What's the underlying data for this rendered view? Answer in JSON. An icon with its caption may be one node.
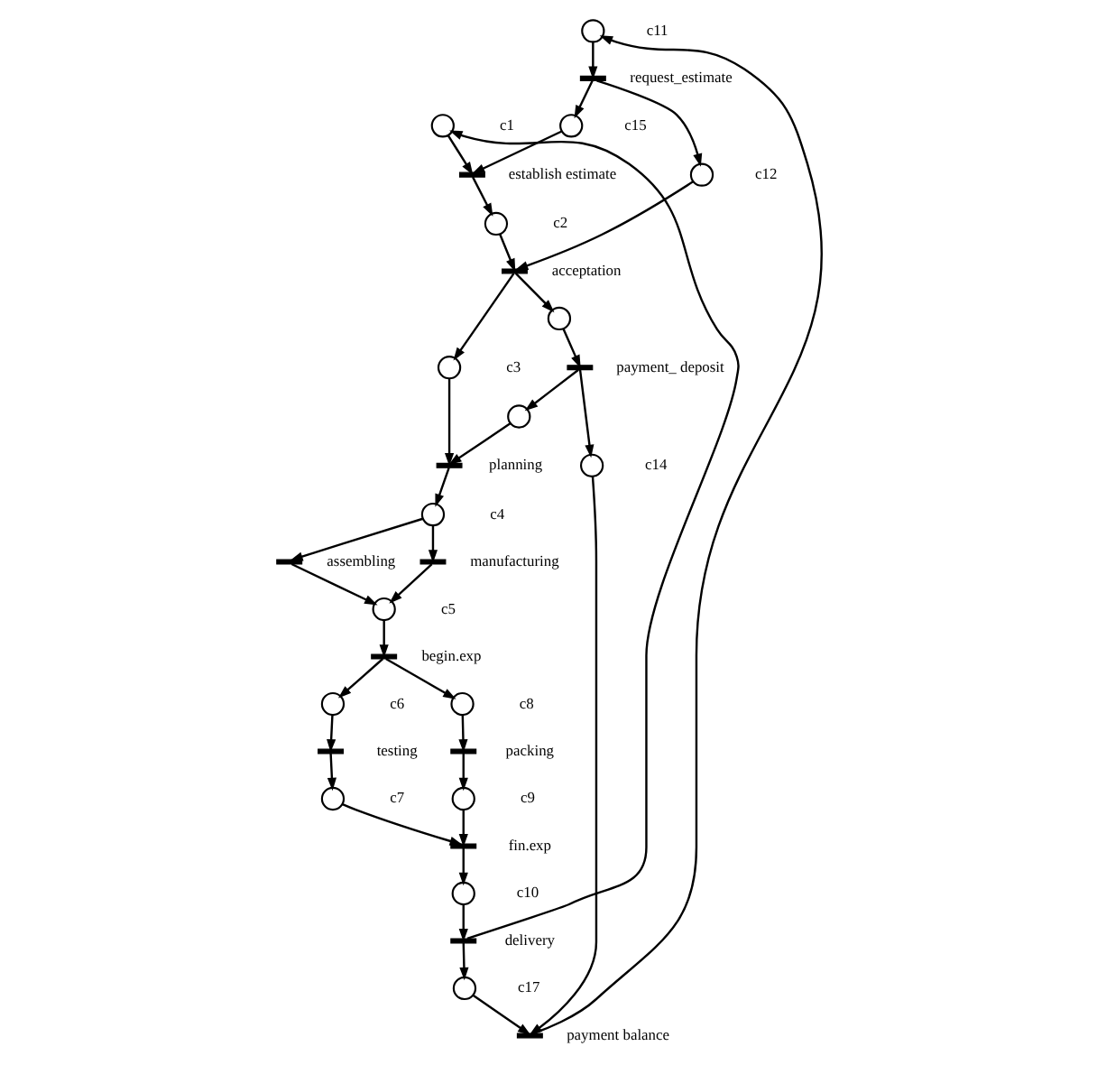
{
  "diagram": {
    "nodes": [
      {
        "text": [],
        "shape": "circle",
        "beside": [
          "c1"
        ]
      },
      {
        "text": [],
        "shape": "circle",
        "beside": [
          "c15"
        ]
      },
      {
        "text": [],
        "shape": "circle",
        "beside": [
          "c11"
        ]
      },
      {
        "text": [],
        "shape": "bar",
        "beside": [
          "establish estimate"
        ]
      },
      {
        "text": [],
        "shape": "bar",
        "beside": [
          "request_estimate"
        ]
      },
      {
        "text": [],
        "shape": "circle",
        "beside": [
          "c2"
        ]
      },
      {
        "text": [],
        "shape": "circle",
        "beside": [
          "c12"
        ]
      },
      {
        "text": [],
        "shape": "bar",
        "beside": [
          "acceptation"
        ]
      },
      {
        "text": [],
        "shape": "circle",
        "beside": [
          "c3"
        ]
      },
      {
        "text": [],
        "shape": "circle"
      },
      {
        "text": [],
        "shape": "bar",
        "beside": [
          "payment_ deposit"
        ]
      },
      {
        "text": [],
        "shape": "circle"
      },
      {
        "text": [],
        "shape": "bar",
        "beside": [
          "planning"
        ]
      },
      {
        "text": [],
        "shape": "circle",
        "beside": [
          "c14"
        ]
      },
      {
        "text": [],
        "shape": "circle",
        "beside": [
          "c4"
        ]
      },
      {
        "text": [],
        "shape": "bar",
        "beside": [
          "assembling"
        ]
      },
      {
        "text": [],
        "shape": "bar",
        "beside": [
          "manufacturing"
        ]
      },
      {
        "text": [],
        "shape": "circle",
        "beside": [
          "c5"
        ]
      },
      {
        "text": [],
        "shape": "bar",
        "beside": [
          "begin.exp"
        ]
      },
      {
        "text": [],
        "shape": "circle",
        "beside": [
          "c6"
        ]
      },
      {
        "text": [],
        "shape": "circle",
        "beside": [
          "c8"
        ]
      },
      {
        "text": [],
        "shape": "bar",
        "beside": [
          "testing"
        ]
      },
      {
        "text": [],
        "shape": "bar",
        "beside": [
          "packing"
        ]
      },
      {
        "text": [],
        "shape": "circle",
        "beside": [
          "c7"
        ]
      },
      {
        "text": [],
        "shape": "circle",
        "beside": [
          "c9"
        ]
      },
      {
        "text": [],
        "shape": "circle",
        "beside": [
          "c17"
        ]
      },
      {
        "text": [],
        "shape": "bar",
        "beside": [
          "fin.exp"
        ]
      },
      {
        "text": [],
        "shape": "bar",
        "beside": [
          "payment balance"
        ]
      },
      {
        "text": [],
        "shape": "circle",
        "beside": [
          "c10"
        ]
      },
      {
        "text": [],
        "shape": "bar",
        "beside": [
          "delivery"
        ]
      }
    ],
    "edges": [
      {
        "from": 0,
        "to": 3,
        "arrow": "to"
      },
      {
        "from": 3,
        "to": 5,
        "arrow": "to"
      },
      {
        "from": 1,
        "to": 3,
        "arrow": "to"
      },
      {
        "from": 2,
        "to": 4,
        "arrow": "to"
      },
      {
        "from": 4,
        "to": 1,
        "arrow": "to"
      },
      {
        "from": 4,
        "to": 6,
        "arrow": "to"
      },
      {
        "from": 5,
        "to": 7,
        "arrow": "to"
      },
      {
        "from": 6,
        "to": 7,
        "arrow": "to"
      },
      {
        "from": 7,
        "to": 8,
        "arrow": "to"
      },
      {
        "from": 7,
        "to": 9,
        "arrow": "to"
      },
      {
        "from": 9,
        "to": 10,
        "arrow": "to"
      },
      {
        "from": 10,
        "to": 11,
        "arrow": "to"
      },
      {
        "from": 10,
        "to": 13,
        "arrow": "to"
      },
      {
        "from": 8,
        "to": 12,
        "arrow": "to"
      },
      {
        "from": 11,
        "to": 12,
        "arrow": "to"
      },
      {
        "from": 12,
        "to": 14,
        "arrow": "to"
      },
      {
        "from": 14,
        "to": 15,
        "arrow": "to"
      },
      {
        "from": 14,
        "to": 16,
        "arrow": "to"
      },
      {
        "from": 15,
        "to": 17,
        "arrow": "to"
      },
      {
        "from": 16,
        "to": 17,
        "arrow": "to"
      },
      {
        "from": 17,
        "to": 18,
        "arrow": "to"
      },
      {
        "from": 18,
        "to": 19,
        "arrow": "to"
      },
      {
        "from": 18,
        "to": 20,
        "arrow": "to"
      },
      {
        "from": 19,
        "to": 21,
        "arrow": "to"
      },
      {
        "from": 21,
        "to": 23,
        "arrow": "to"
      },
      {
        "from": 20,
        "to": 22,
        "arrow": "to"
      },
      {
        "from": 22,
        "to": 24,
        "arrow": "to"
      },
      {
        "from": 23,
        "to": 26,
        "arrow": "to"
      },
      {
        "from": 24,
        "to": 26,
        "arrow": "to"
      },
      {
        "from": 26,
        "to": 28,
        "arrow": "to"
      },
      {
        "from": 28,
        "to": 29,
        "arrow": "to"
      },
      {
        "from": 29,
        "to": 25,
        "arrow": "to"
      },
      {
        "from": 29,
        "to": 0,
        "arrow": "to"
      },
      {
        "from": 25,
        "to": 27,
        "arrow": "to"
      },
      {
        "from": 13,
        "to": 27,
        "arrow": "to"
      },
      {
        "from": 27,
        "to": 2,
        "arrow": "to"
      }
    ]
  }
}
